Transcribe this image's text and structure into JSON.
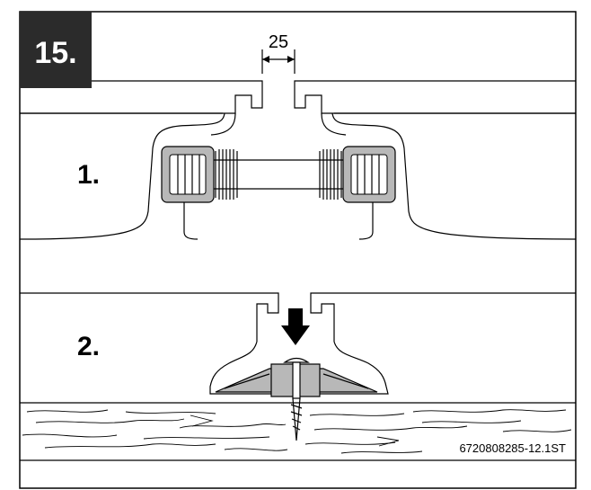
{
  "step_badge": {
    "text": "15.",
    "bg_color": "#2b2b2b",
    "text_color": "#ffffff"
  },
  "dimension": {
    "text": "25"
  },
  "panels": [
    {
      "label": "1."
    },
    {
      "label": "2."
    }
  ],
  "image_code": "6720808285-12.1ST",
  "colors": {
    "component_fill": "#b8b8b8",
    "line": "#000000",
    "background": "#ffffff"
  }
}
